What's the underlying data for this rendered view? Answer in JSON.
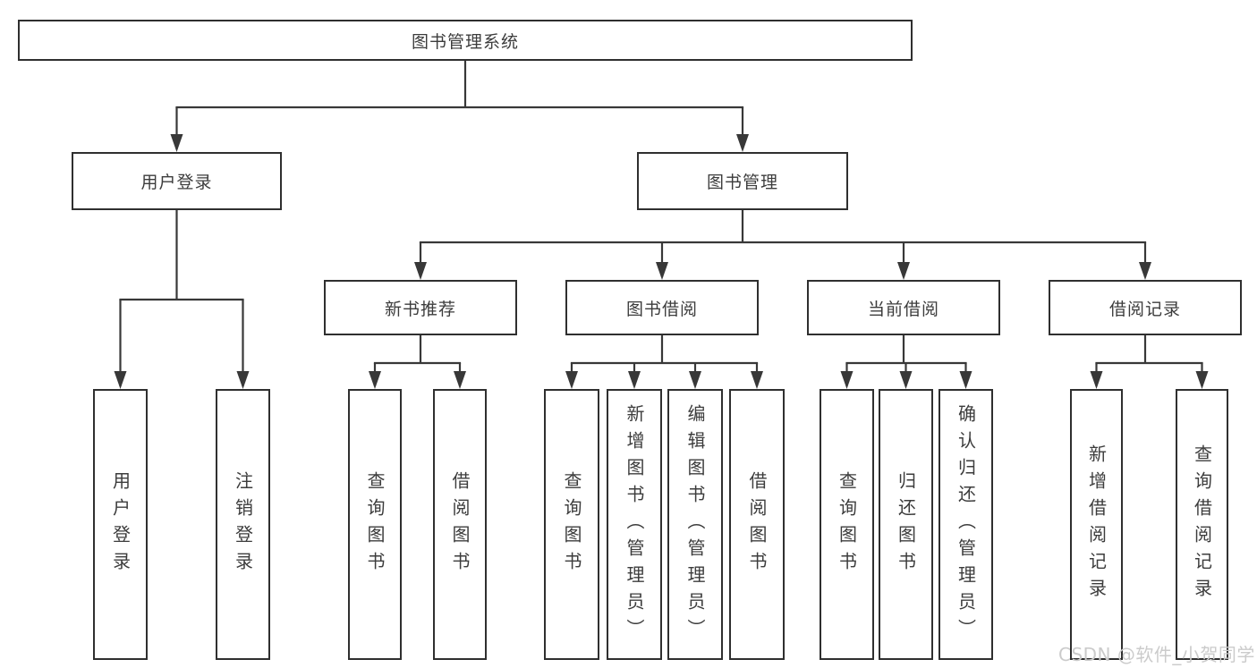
{
  "diagram": {
    "root": {
      "label": "图书管理系统"
    },
    "children": [
      {
        "label": "用户登录",
        "children": [
          {
            "label": "用户登录"
          },
          {
            "label": "注销登录"
          }
        ]
      },
      {
        "label": "图书管理",
        "children": [
          {
            "label": "新书推荐",
            "children": [
              {
                "label": "查询图书"
              },
              {
                "label": "借阅图书"
              }
            ]
          },
          {
            "label": "图书借阅",
            "children": [
              {
                "label": "查询图书"
              },
              {
                "label": "新增图书（管理员）"
              },
              {
                "label": "编辑图书（管理员）"
              },
              {
                "label": "借阅图书"
              }
            ]
          },
          {
            "label": "当前借阅",
            "children": [
              {
                "label": "查询图书"
              },
              {
                "label": "归还图书"
              },
              {
                "label": "确认归还（管理员）"
              }
            ]
          },
          {
            "label": "借阅记录",
            "children": [
              {
                "label": "新增借阅记录"
              },
              {
                "label": "查询借阅记录"
              }
            ]
          }
        ]
      }
    ]
  },
  "watermark": {
    "text": "CSDN @软件_小贺同学"
  },
  "colors": {
    "line": "#383838",
    "box_border": "#2f2f2f",
    "text": "#3c3c3c",
    "watermark": "#cbcbcb",
    "background": "#ffffff"
  }
}
